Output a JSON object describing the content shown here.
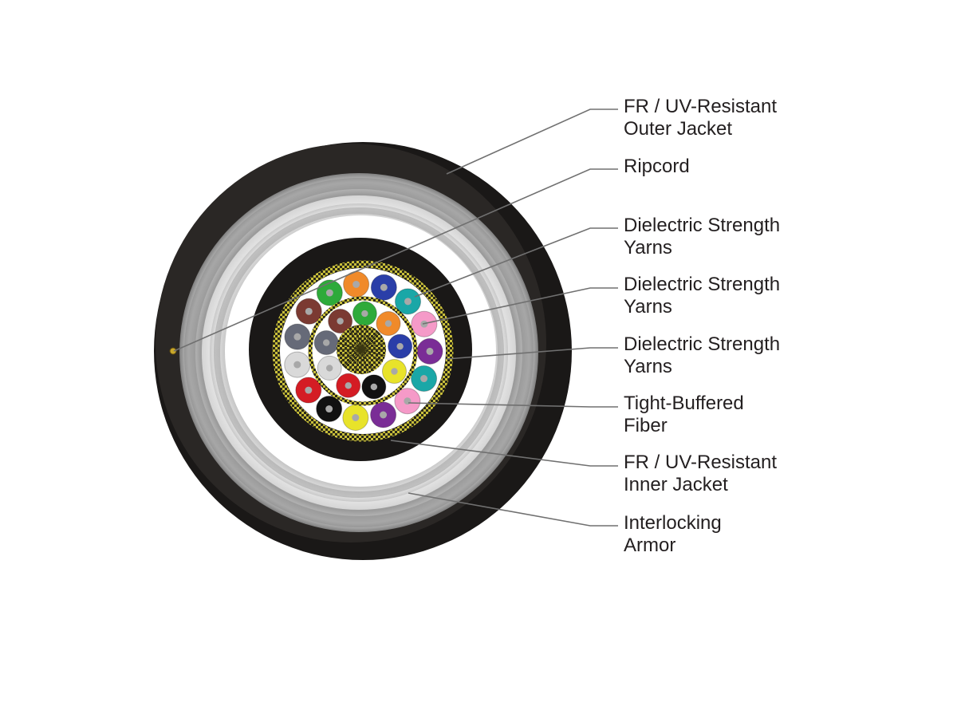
{
  "labels": [
    {
      "id": "outer-jacket",
      "lines": [
        "FR / UV-Resistant",
        "Outer Jacket"
      ]
    },
    {
      "id": "ripcord",
      "lines": [
        "Ripcord"
      ]
    },
    {
      "id": "strength-yarns-1",
      "lines": [
        "Dielectric Strength",
        "Yarns"
      ]
    },
    {
      "id": "strength-yarns-2",
      "lines": [
        "Dielectric Strength",
        "Yarns"
      ]
    },
    {
      "id": "strength-yarns-3",
      "lines": [
        "Dielectric Strength",
        "Yarns"
      ]
    },
    {
      "id": "tight-buffered-fiber",
      "lines": [
        "Tight-Buffered",
        "Fiber"
      ]
    },
    {
      "id": "inner-jacket",
      "lines": [
        "FR / UV-Resistant",
        "Inner Jacket"
      ]
    },
    {
      "id": "interlocking-armor",
      "lines": [
        "Interlocking",
        "Armor"
      ]
    }
  ],
  "colors": {
    "jacket": "#1a1817",
    "armor_light": "#d8d8d8",
    "armor_dark": "#8f8f8f",
    "yarn_yellow": "#b5aa2e",
    "leader_line": "#707070",
    "text": "#231f20",
    "outer_fibers": [
      "#f08a2a",
      "#2a3ea8",
      "#1aa7a7",
      "#f59ac8",
      "#7a2d96",
      "#1aa7a7",
      "#f59ac8",
      "#7a2d96",
      "#e8e32a",
      "#111111",
      "#d41c24",
      "#d9d9d9",
      "#666a78",
      "#7b3a32",
      "#2eaa3a"
    ],
    "inner_fibers": [
      "#2eaa3a",
      "#f08a2a",
      "#2a3ea8",
      "#e8e32a",
      "#111111",
      "#d41c24",
      "#d9d9d9",
      "#666a78",
      "#7b3a32"
    ]
  }
}
